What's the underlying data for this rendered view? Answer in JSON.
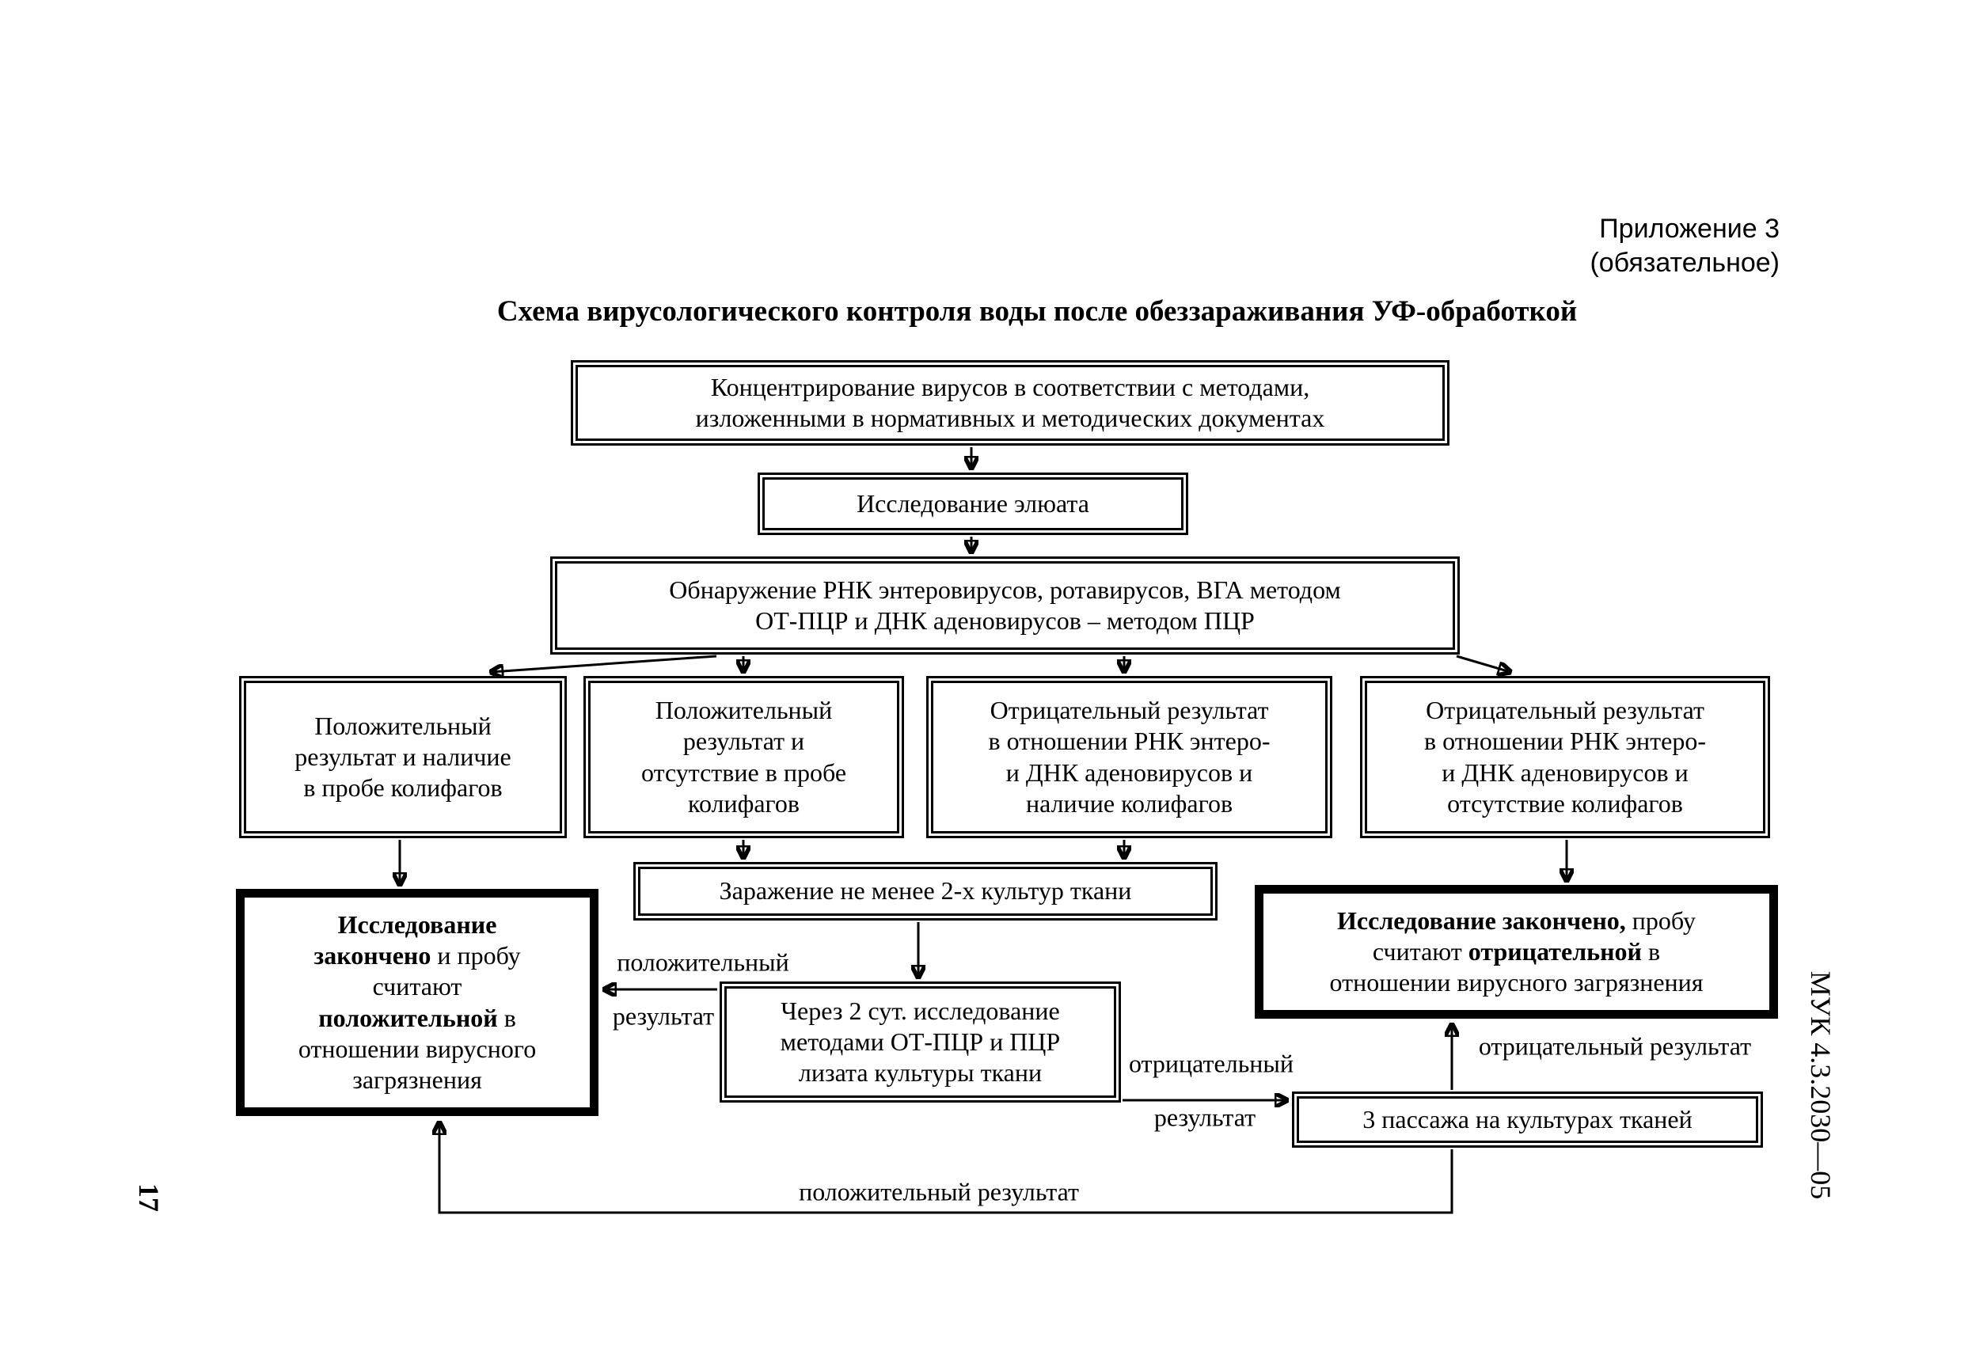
{
  "colors": {
    "ink": "#000000",
    "paper": "#ffffff"
  },
  "page": {
    "annex_line1": "Приложение 3",
    "annex_line2": "(обязательное)",
    "title": "Схема вирусологического контроля воды после обеззараживания УФ-обработкой",
    "side_code": "МУК 4.3.2030—05",
    "page_number": "17"
  },
  "boxes": {
    "concentration": {
      "lines": [
        "Концентрирование вирусов в соответствии с методами,",
        "изложенными в нормативных и методических документах"
      ]
    },
    "eluate": {
      "lines": [
        "Исследование элюата"
      ]
    },
    "detection": {
      "lines": [
        "Обнаружение РНК энтеровирусов, ротавирусов, ВГА методом",
        "ОТ-ПЦР и ДНК аденовирусов – методом ПЦР"
      ]
    },
    "pos_with_coliphages": {
      "lines": [
        "Положительный",
        "результат и наличие",
        "в пробе колифагов"
      ]
    },
    "pos_without_coliphages": {
      "lines": [
        "Положительный",
        "результат и",
        "отсутствие в пробе",
        "колифагов"
      ]
    },
    "neg_with_coliphages": {
      "lines": [
        "Отрицательный результат",
        "в отношении РНК энтеро-",
        "и ДНК аденовирусов и",
        "наличие колифагов"
      ]
    },
    "neg_without_coliphages": {
      "lines": [
        "Отрицательный результат",
        "в отношении РНК энтеро-",
        "и ДНК аденовирусов и",
        "отсутствие колифагов"
      ]
    },
    "infection": {
      "lines": [
        "Заражение не менее 2-х культур ткани"
      ]
    },
    "finished_positive": {
      "l1": "Исследование",
      "l2b": "закончено",
      "l2r": " и пробу",
      "l3": "считают",
      "l4b": "положительной",
      "l4r": " в",
      "l5": "отношении вирусного",
      "l6": "загрязнения"
    },
    "two_days": {
      "lines": [
        "Через 2 сут. исследование",
        "методами ОТ-ПЦР и ПЦР",
        "лизата культуры ткани"
      ]
    },
    "finished_negative": {
      "l1b": "Исследование закончено,",
      "l1r": " пробу",
      "l2a": "считают ",
      "l2b": "отрицательной",
      "l2c": " в",
      "l3": "отношении вирусного загрязнения"
    },
    "passages": {
      "lines": [
        "3 пассажа на культурах тканей"
      ]
    }
  },
  "edge_labels": {
    "positive_line1": "положительный",
    "positive_line2": "результат",
    "negative_line1": "отрицательный",
    "negative_line2": "результат",
    "negative_result_right": "отрицательный результат",
    "positive_result_bottom": "положительный результат"
  }
}
